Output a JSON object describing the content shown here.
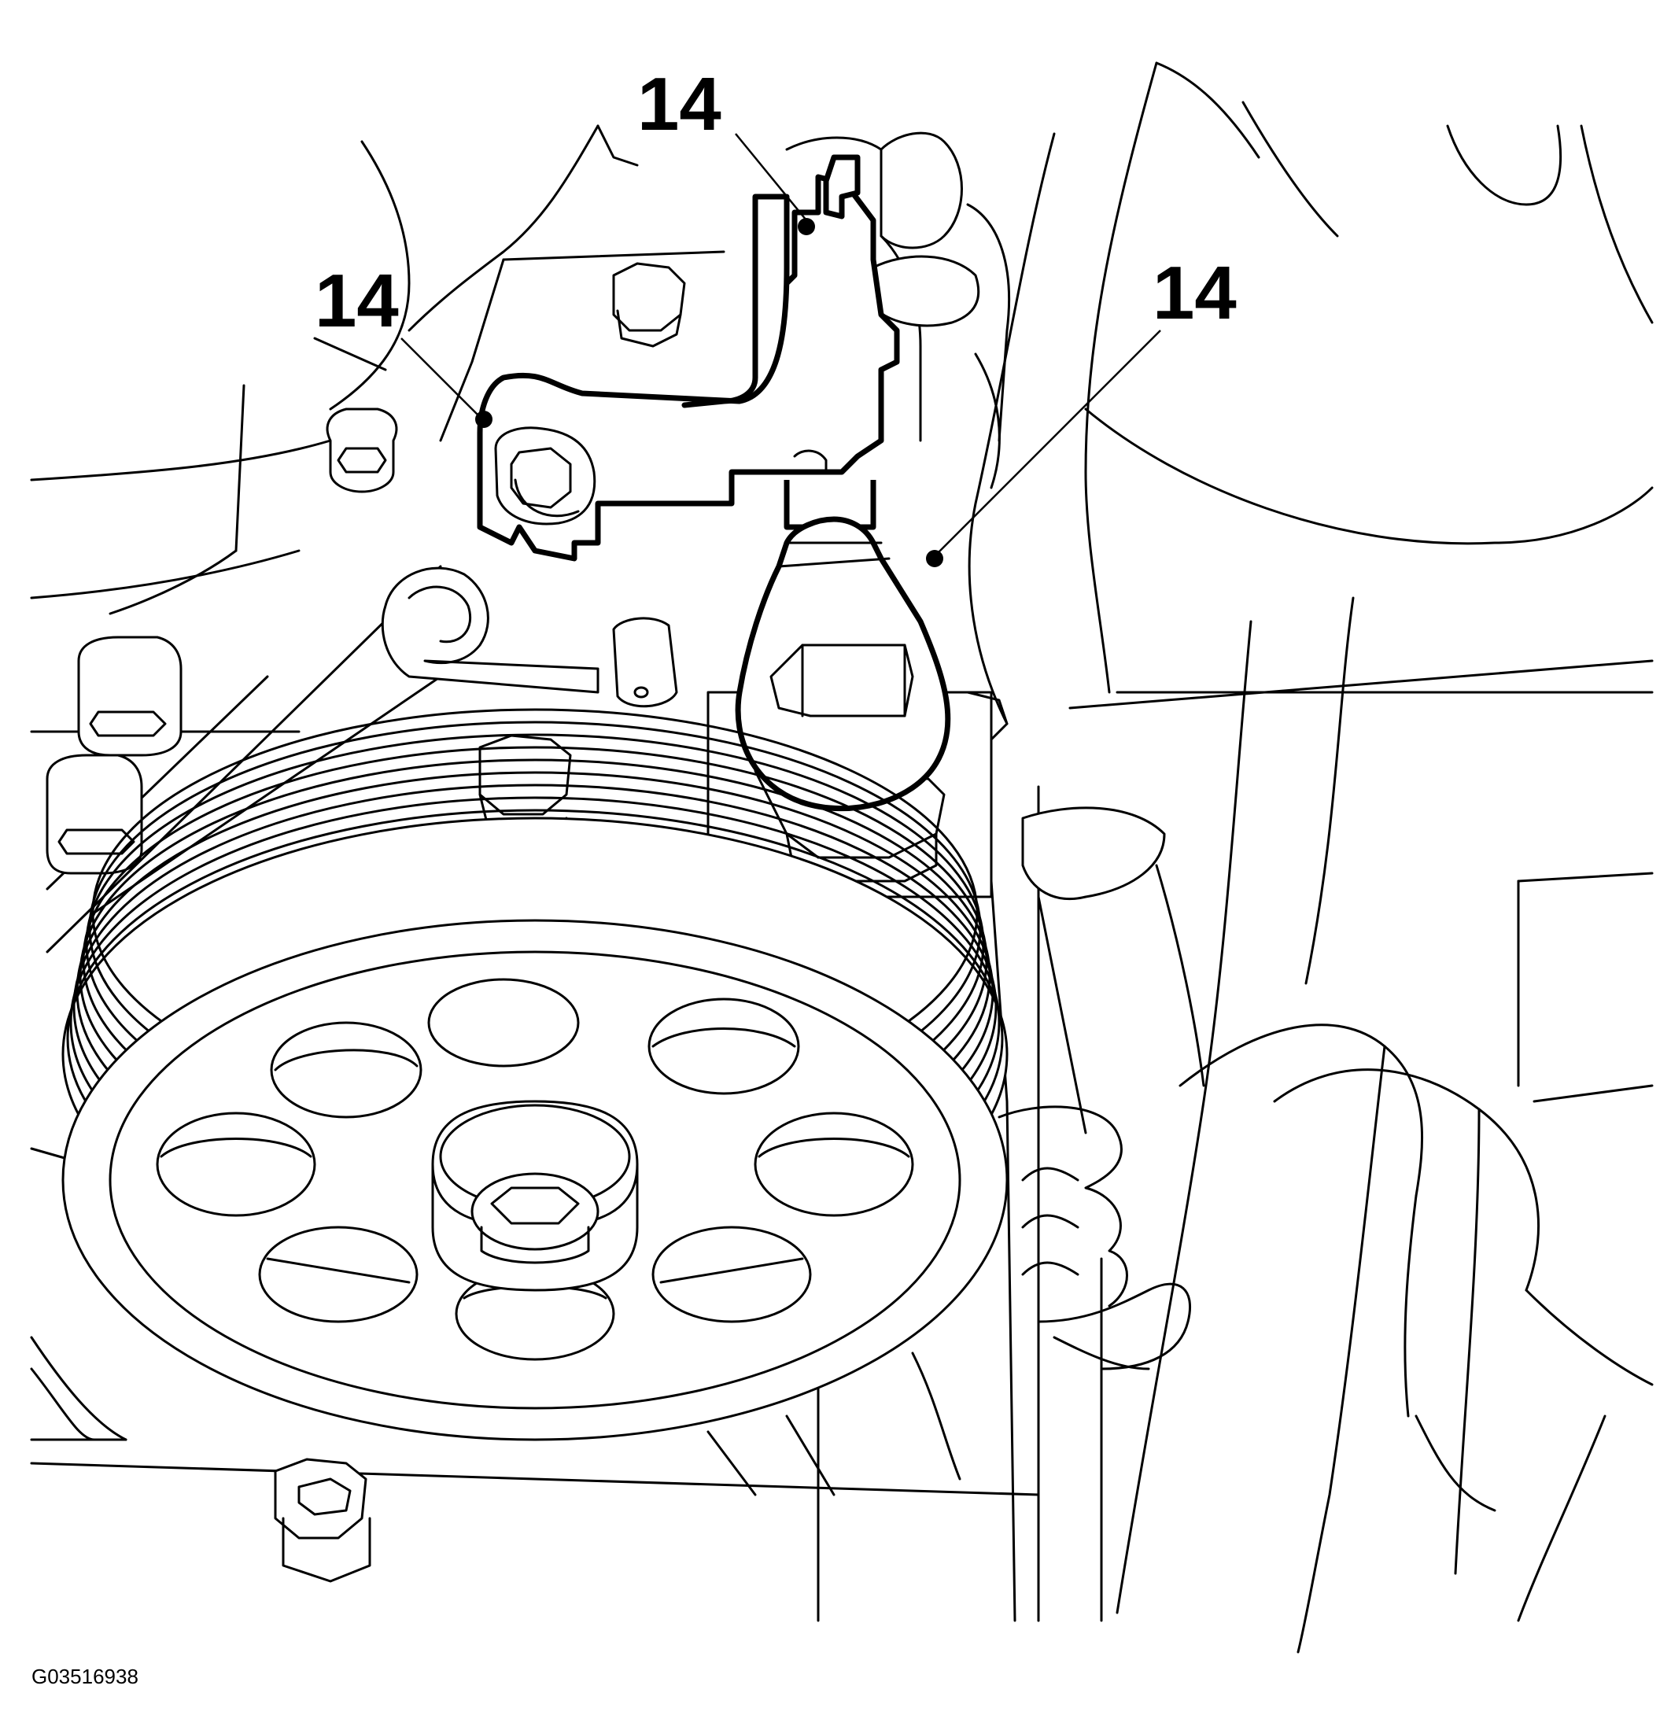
{
  "callouts": [
    {
      "label": "14"
    },
    {
      "label": "14"
    },
    {
      "label": "14"
    }
  ],
  "figure_id": "G03516938",
  "colors": {
    "line": "#000000",
    "background": "#ffffff"
  }
}
